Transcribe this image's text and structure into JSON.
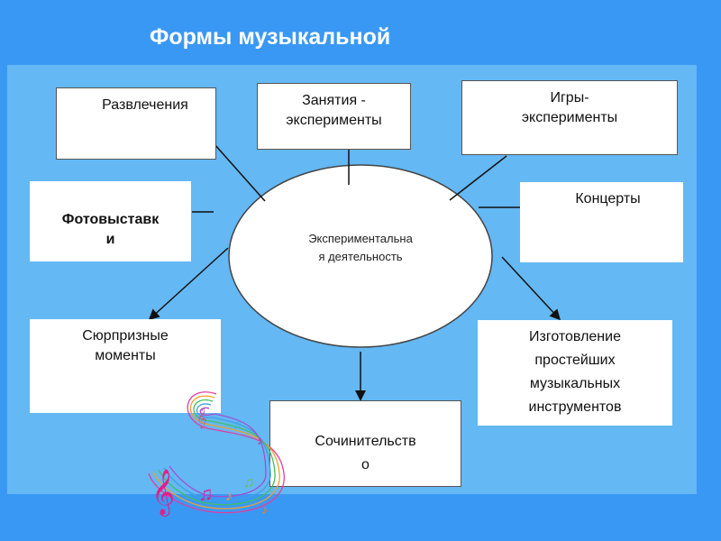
{
  "title": "Формы музыкальной",
  "center": {
    "label": "Экспериментальная деятельность",
    "line1": "Экспериментальна",
    "line2": "я деятельность"
  },
  "boxes": {
    "entertainment": "Развлечения",
    "lessons": {
      "line1": "Занятия -",
      "line2": "эксперименты"
    },
    "games": {
      "line1": "Игры-",
      "line2": "эксперименты"
    },
    "photo": {
      "line1": "Фотовыставк",
      "line2": "и"
    },
    "concerts": "Концерты",
    "surprises": {
      "line1": "Сюрпризные",
      "line2": "моменты"
    },
    "instruments": {
      "line1": "Изготовление",
      "line2": "простейших",
      "line3": "музыкальных",
      "line4": "инструментов"
    },
    "composing": {
      "line1": "Сочинительств",
      "line2": "о"
    }
  }
}
